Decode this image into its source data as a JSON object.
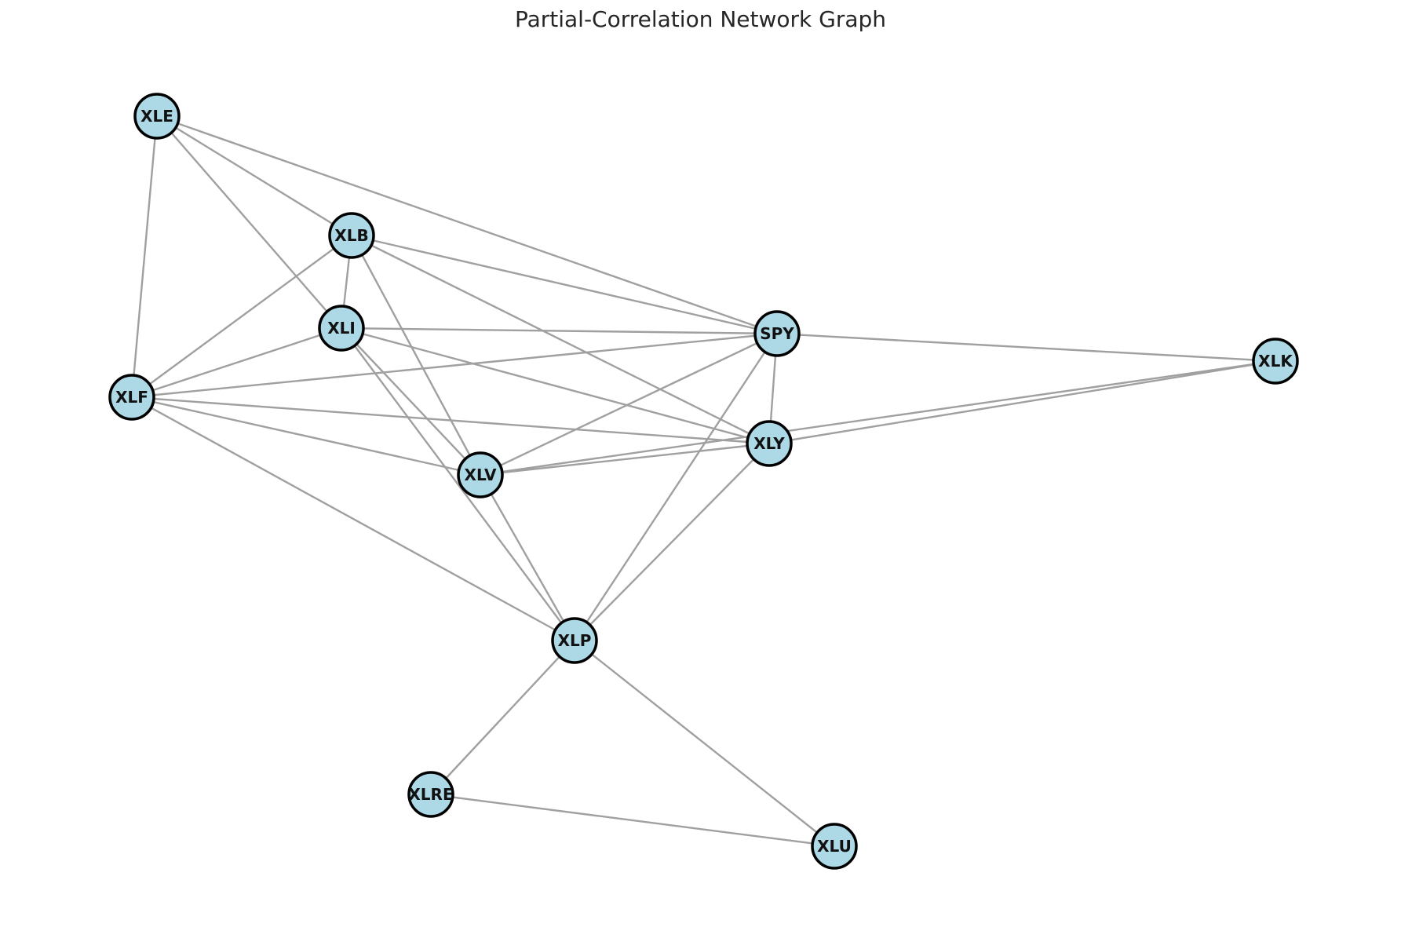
{
  "title": "Partial-Correlation Network Graph",
  "colors": {
    "node_fill": "#add8e6",
    "node_stroke": "#000000",
    "edge": "#a0a0a0",
    "background": "#ffffff",
    "title_text": "#262626"
  },
  "nodes": [
    {
      "id": "XLE",
      "label": "XLE"
    },
    {
      "id": "XLB",
      "label": "XLB"
    },
    {
      "id": "XLI",
      "label": "XLI"
    },
    {
      "id": "SPY",
      "label": "SPY"
    },
    {
      "id": "XLK",
      "label": "XLK"
    },
    {
      "id": "XLF",
      "label": "XLF"
    },
    {
      "id": "XLY",
      "label": "XLY"
    },
    {
      "id": "XLV",
      "label": "XLV"
    },
    {
      "id": "XLP",
      "label": "XLP"
    },
    {
      "id": "XLRE",
      "label": "XLRE"
    },
    {
      "id": "XLU",
      "label": "XLU"
    }
  ],
  "edges": [
    {
      "source": "XLE",
      "target": "XLB"
    },
    {
      "source": "XLE",
      "target": "XLI"
    },
    {
      "source": "XLE",
      "target": "SPY"
    },
    {
      "source": "XLE",
      "target": "XLF"
    },
    {
      "source": "XLB",
      "target": "XLI"
    },
    {
      "source": "XLB",
      "target": "SPY"
    },
    {
      "source": "XLB",
      "target": "XLF"
    },
    {
      "source": "XLB",
      "target": "XLV"
    },
    {
      "source": "XLB",
      "target": "XLY"
    },
    {
      "source": "XLI",
      "target": "SPY"
    },
    {
      "source": "XLI",
      "target": "XLF"
    },
    {
      "source": "XLI",
      "target": "XLY"
    },
    {
      "source": "XLI",
      "target": "XLV"
    },
    {
      "source": "XLI",
      "target": "XLP"
    },
    {
      "source": "SPY",
      "target": "XLK"
    },
    {
      "source": "SPY",
      "target": "XLF"
    },
    {
      "source": "SPY",
      "target": "XLY"
    },
    {
      "source": "SPY",
      "target": "XLV"
    },
    {
      "source": "SPY",
      "target": "XLP"
    },
    {
      "source": "XLK",
      "target": "XLY"
    },
    {
      "source": "XLK",
      "target": "XLV"
    },
    {
      "source": "XLF",
      "target": "XLY"
    },
    {
      "source": "XLF",
      "target": "XLV"
    },
    {
      "source": "XLF",
      "target": "XLP"
    },
    {
      "source": "XLY",
      "target": "XLV"
    },
    {
      "source": "XLY",
      "target": "XLP"
    },
    {
      "source": "XLV",
      "target": "XLP"
    },
    {
      "source": "XLP",
      "target": "XLRE"
    },
    {
      "source": "XLP",
      "target": "XLU"
    },
    {
      "source": "XLRE",
      "target": "XLU"
    }
  ]
}
